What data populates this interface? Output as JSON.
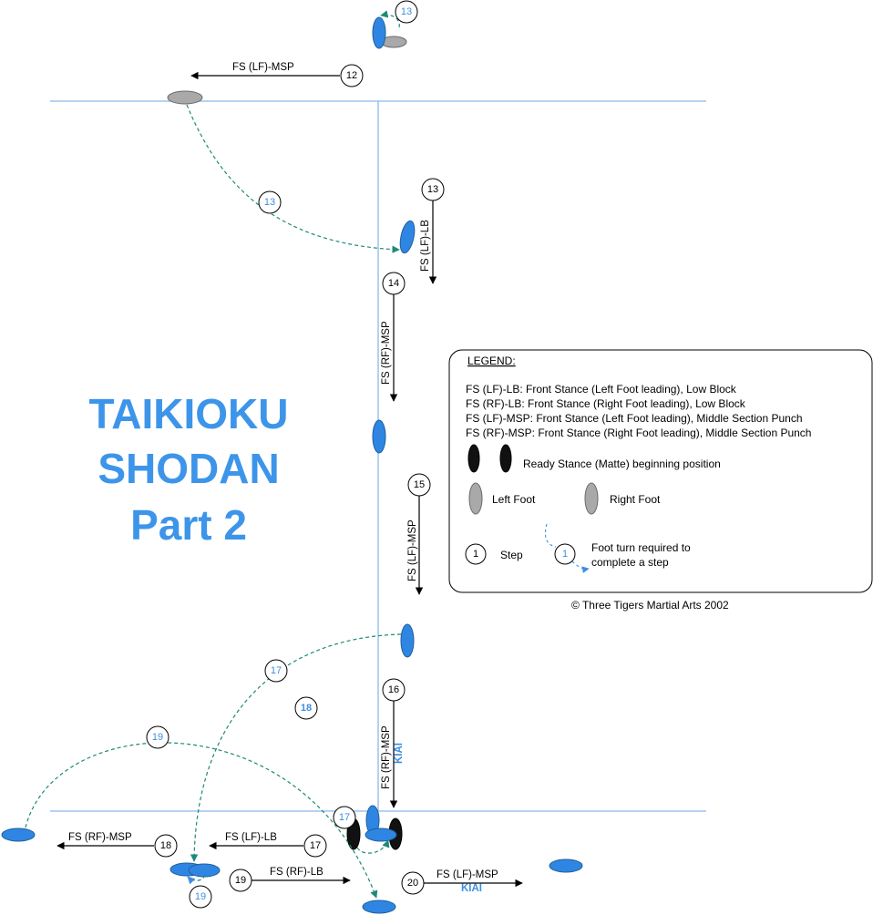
{
  "title": {
    "line1": "TAIKIOKU",
    "line2": "SHODAN",
    "line3": "Part 2"
  },
  "moves": [
    {
      "step": "12",
      "label": "FS (LF)-MSP"
    },
    {
      "step": "13",
      "label": "FS (LF)-LB"
    },
    {
      "step": "14",
      "label": "FS (RF)-MSP"
    },
    {
      "step": "15",
      "label": "FS (LF)-MSP"
    },
    {
      "step": "16",
      "label": "FS (RF)-MSP",
      "kiai": "KIAI"
    },
    {
      "step": "17",
      "label": "FS (LF)-LB"
    },
    {
      "step": "18",
      "label": "FS (RF)-MSP"
    },
    {
      "step": "19",
      "label": "FS (RF)-LB"
    },
    {
      "step": "20",
      "label": "FS (LF)-MSP",
      "kiai": "KIAI"
    }
  ],
  "turns": {
    "t13_top": "13",
    "t13_mid": "13",
    "t17_upper": "17",
    "t17_lower": "17",
    "t18": "18",
    "t19_upper": "19",
    "t19_lower": "19"
  },
  "legend": {
    "heading": "LEGEND:",
    "entries": [
      "FS (LF)-LB:  Front Stance (Left Foot leading), Low Block",
      "FS (RF)-LB:  Front Stance (Right Foot leading), Low Block",
      "FS (LF)-MSP:  Front Stance (Left Foot leading), Middle Section Punch",
      "FS (RF)-MSP:  Front Stance (Right Foot leading), Middle Section Punch"
    ],
    "ready_stance": "Ready Stance (Matte) beginning position",
    "left_foot": "Left Foot",
    "right_foot": "Right Foot",
    "step_sample": "1",
    "step_label": "Step",
    "turn_sample": "1",
    "turn_label_line1": "Foot turn required to",
    "turn_label_line2": "complete a step"
  },
  "copyright": "© Three Tigers Martial Arts 2002",
  "colors": {
    "title": "#3d95ea",
    "foot_active": "#2f86e2",
    "foot_inactive": "#a9a9a9",
    "turn_path": "#1e8a78",
    "grid": "#8bb8ea"
  }
}
